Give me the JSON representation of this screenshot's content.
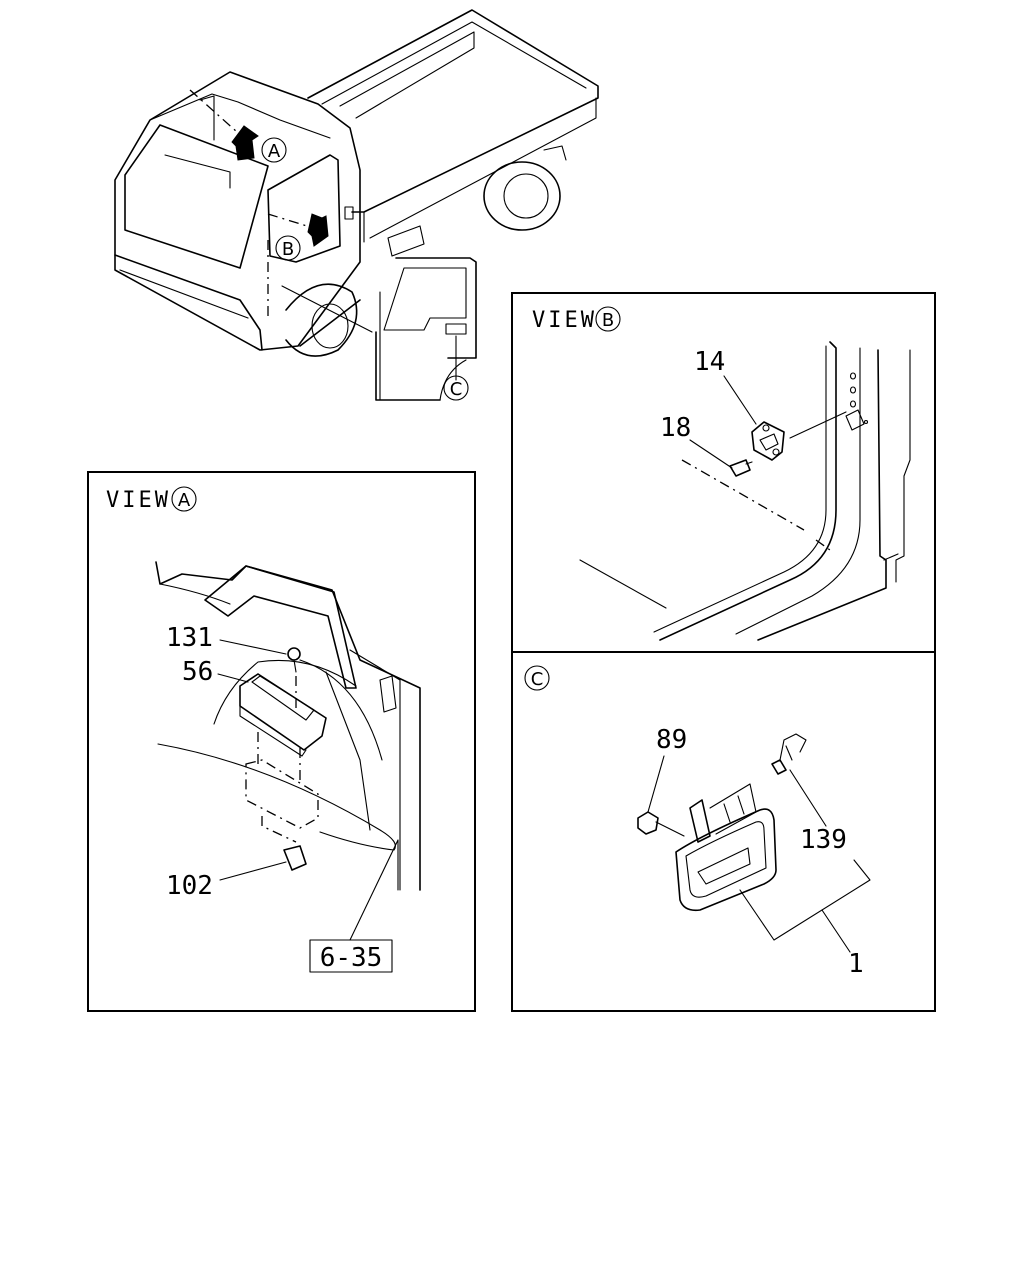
{
  "overview": {
    "view_markers": [
      "A",
      "B",
      "C"
    ]
  },
  "view_a": {
    "title": "VIEW",
    "marker": "A",
    "callouts": [
      "131",
      "56",
      "102"
    ],
    "reference": "6-35"
  },
  "view_b": {
    "title": "VIEW",
    "marker": "B",
    "callouts": [
      "14",
      "18"
    ]
  },
  "view_c": {
    "marker": "C",
    "callouts": [
      "89",
      "139",
      "1"
    ]
  }
}
